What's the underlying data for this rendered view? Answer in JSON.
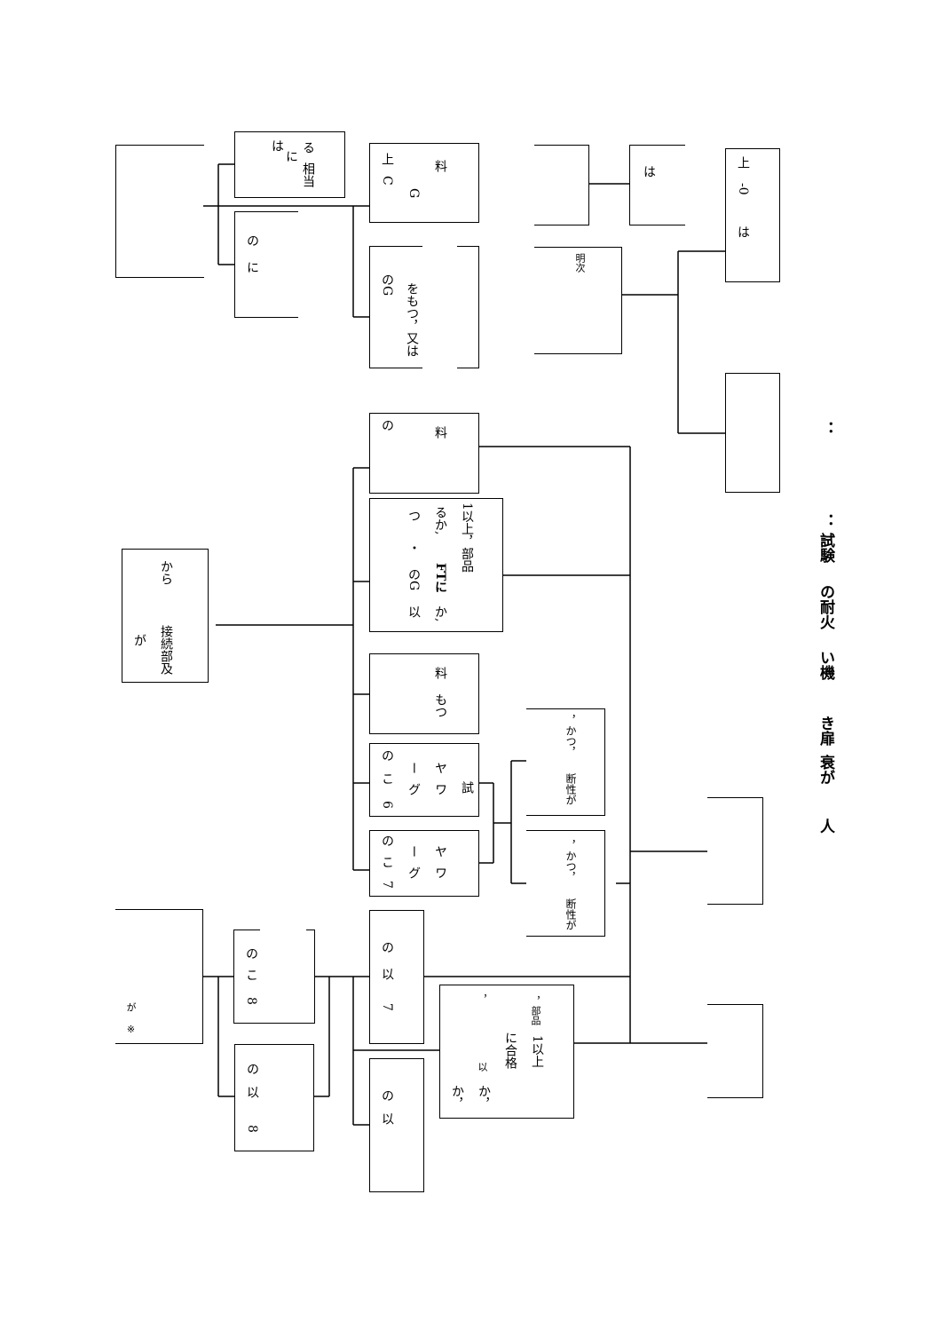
{
  "diagram": {
    "caption": [
      {
        "id": "c1",
        "text": "人"
      },
      {
        "id": "c2",
        "text": "衰が"
      },
      {
        "id": "c3",
        "text": "き扉"
      },
      {
        "id": "c4",
        "text": "い機"
      },
      {
        "id": "c5",
        "text": "の耐火"
      },
      {
        "id": "c6",
        "text": "試験"
      },
      {
        "id": "c7",
        "text": "："
      },
      {
        "id": "c8",
        "text": "："
      }
    ],
    "center": {
      "lines": [
        "が",
        "接続部及",
        "から"
      ]
    },
    "left_top": {
      "lines": [
        "は",
        "に",
        "る",
        "相当"
      ]
    },
    "left_mid": {
      "lines": [
        "に",
        "の"
      ]
    },
    "cg": {
      "lines": [
        "C",
        "上",
        "G",
        "料"
      ]
    },
    "og": {
      "lines": [
        "のG",
        "をもつ，又は"
      ]
    },
    "right_top_small": {
      "lines": [
        "は"
      ]
    },
    "right_cut": {
      "lines": [
        "明次"
      ]
    },
    "right_ha": {
      "lines": [
        "上",
        "-0",
        "は"
      ]
    },
    "n_no": {
      "lines": [
        "の",
        "料"
      ]
    },
    "n_ft": {
      "lines": [
        "つ",
        "・",
        "るか,",
        "のG",
        "以",
        "FTに",
        "1以上，部品",
        "か,"
      ]
    },
    "n_motsu": {
      "lines": [
        "料",
        "もつ"
      ]
    },
    "n_g6": {
      "lines": [
        "の",
        "こ",
        "6",
        "ー",
        "グ",
        "ヤ",
        "ワ",
        "試"
      ]
    },
    "n_g7": {
      "lines": [
        "の",
        "こ",
        "7",
        "ー",
        "グ",
        "ヤ",
        "ワ"
      ]
    },
    "n_b1": {
      "lines": [
        "，かつ，",
        "断性が"
      ]
    },
    "n_b2": {
      "lines": [
        "，かつ，",
        "断性が"
      ]
    },
    "n_left_low": {
      "lines": [
        "が",
        "※"
      ]
    },
    "n_8a": {
      "lines": [
        "の",
        "こ",
        "8"
      ]
    },
    "n_8b": {
      "lines": [
        "の",
        "以",
        "8"
      ]
    },
    "n_7": {
      "lines": [
        "の",
        "以",
        "7"
      ]
    },
    "n_big": {
      "lines": [
        "，",
        "か，",
        "に合格",
        "1以上",
        "，部品",
        "以",
        "か，"
      ]
    },
    "n_bottom": {
      "lines": [
        "の",
        "以"
      ]
    }
  }
}
